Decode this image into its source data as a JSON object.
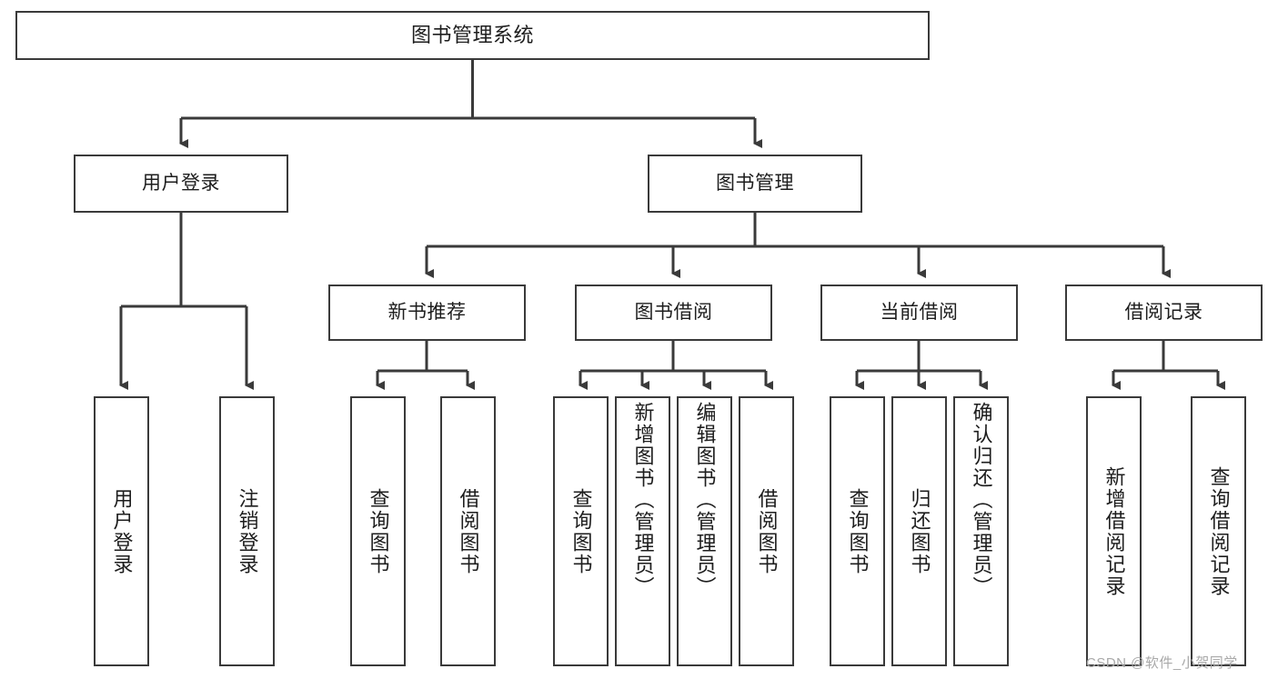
{
  "diagram": {
    "type": "tree-hierarchy-chart",
    "title": "图书管理系统",
    "root": {
      "label": "图书管理系统"
    },
    "level2": [
      {
        "label": "用户登录"
      },
      {
        "label": "图书管理"
      }
    ],
    "level3": [
      {
        "label": "新书推荐"
      },
      {
        "label": "图书借阅"
      },
      {
        "label": "当前借阅"
      },
      {
        "label": "借阅记录"
      }
    ],
    "leaves": {
      "user_login": [
        {
          "label": "用户登录"
        },
        {
          "label": "注销登录"
        }
      ],
      "new_book_recommend": [
        {
          "label": "查询图书"
        },
        {
          "label": "借阅图书"
        }
      ],
      "book_borrow": [
        {
          "label": "查询图书"
        },
        {
          "label": "新增图书（管理员）"
        },
        {
          "label": "编辑图书（管理员）"
        },
        {
          "label": "借阅图书"
        }
      ],
      "current_borrow": [
        {
          "label": "查询图书"
        },
        {
          "label": "归还图书"
        },
        {
          "label": "确认归还（管理员）"
        }
      ],
      "borrow_record": [
        {
          "label": "新增借阅记录"
        },
        {
          "label": "查询借阅记录"
        }
      ]
    }
  },
  "watermark": {
    "text": "CSDN @软件_小贺同学"
  },
  "colors": {
    "stroke": "#3a3a3a",
    "background": "#ffffff",
    "text": "#1d1d1d",
    "watermark": "#a9a9a9"
  }
}
